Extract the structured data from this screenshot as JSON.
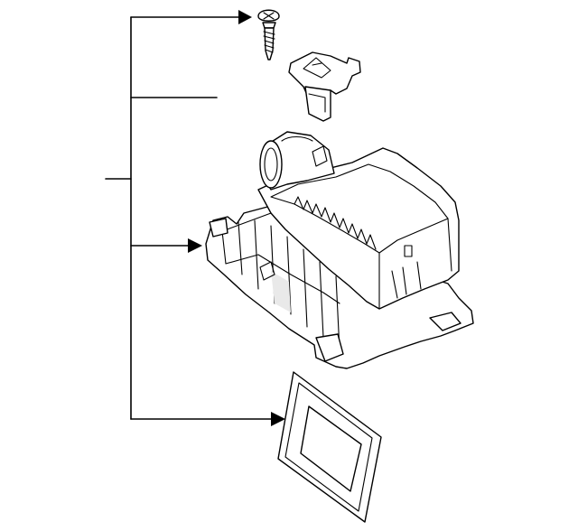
{
  "diagram": {
    "parts": [
      {
        "name": "screw",
        "callout_label": ""
      },
      {
        "name": "bracket",
        "callout_label": ""
      },
      {
        "name": "air-cleaner-housing",
        "callout_label": ""
      },
      {
        "name": "air-filter-element",
        "callout_label": ""
      }
    ],
    "assembly_label": "",
    "colors": {
      "line": "#000000",
      "background": "#ffffff"
    }
  }
}
